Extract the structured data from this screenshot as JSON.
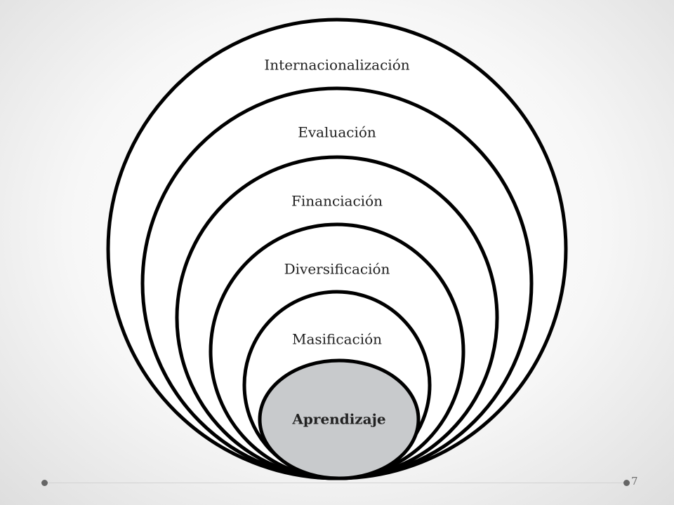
{
  "diagram": {
    "rings": [
      {
        "label": "Internacionalización"
      },
      {
        "label": "Evaluación"
      },
      {
        "label": "Financiación"
      },
      {
        "label": "Diversificación"
      },
      {
        "label": "Masificación"
      }
    ],
    "core": {
      "label": "Aprendizaje"
    },
    "colors": {
      "stroke": "#000000",
      "ring_fill": "#ffffff",
      "core_fill": "#c8cacc"
    }
  },
  "footer": {
    "slide_number": "7"
  }
}
